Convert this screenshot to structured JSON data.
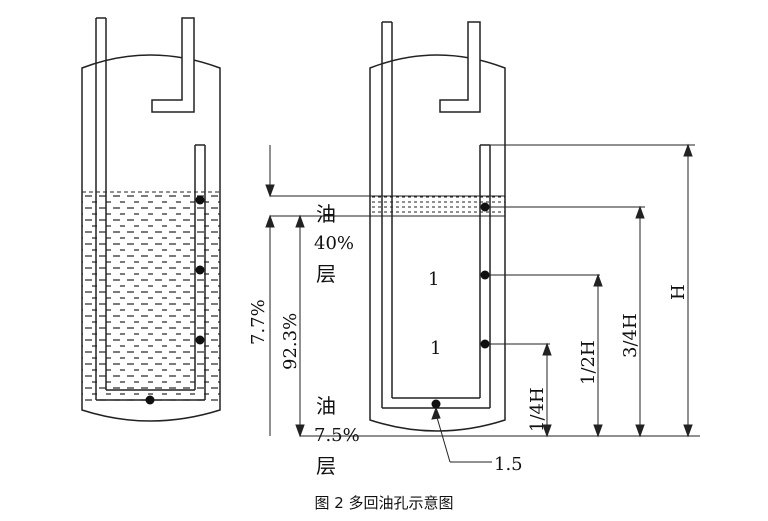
{
  "caption": "图 2 多回油孔示意图",
  "labels": {
    "oil_top": "油",
    "pct_top": "40%",
    "layer_top": "层",
    "oil_bottom": "油",
    "pct_bottom": "7.5%",
    "layer_bottom": "层",
    "pct_7_7": "7.7%",
    "pct_92_3": "92.3%",
    "hole_1a": "1",
    "hole_1b": "1",
    "dim_quarter": "1/4H",
    "dim_half": "1/2H",
    "dim_three_quarter": "3/4H",
    "dim_H": "H",
    "dim_1_5": "1.5"
  }
}
